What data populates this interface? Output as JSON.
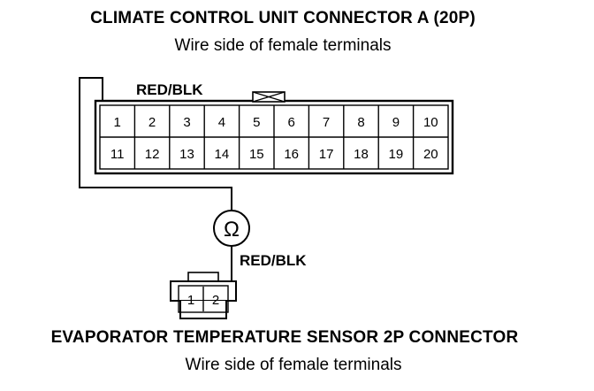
{
  "connector_a": {
    "title": "CLIMATE CONTROL UNIT CONNECTOR A (20P)",
    "subtitle": "Wire side of female terminals",
    "terminals_row1": [
      "1",
      "2",
      "3",
      "4",
      "5",
      "6",
      "7",
      "8",
      "9",
      "10"
    ],
    "terminals_row2": [
      "11",
      "12",
      "13",
      "14",
      "15",
      "16",
      "17",
      "18",
      "19",
      "20"
    ]
  },
  "wire_a_label": "RED/BLK",
  "meter_symbol": "Ω",
  "wire_sensor_label": "RED/BLK",
  "sensor_connector": {
    "title": "EVAPORATOR TEMPERATURE SENSOR 2P CONNECTOR",
    "subtitle": "Wire side of female terminals",
    "terminals": [
      "1",
      "2"
    ]
  }
}
